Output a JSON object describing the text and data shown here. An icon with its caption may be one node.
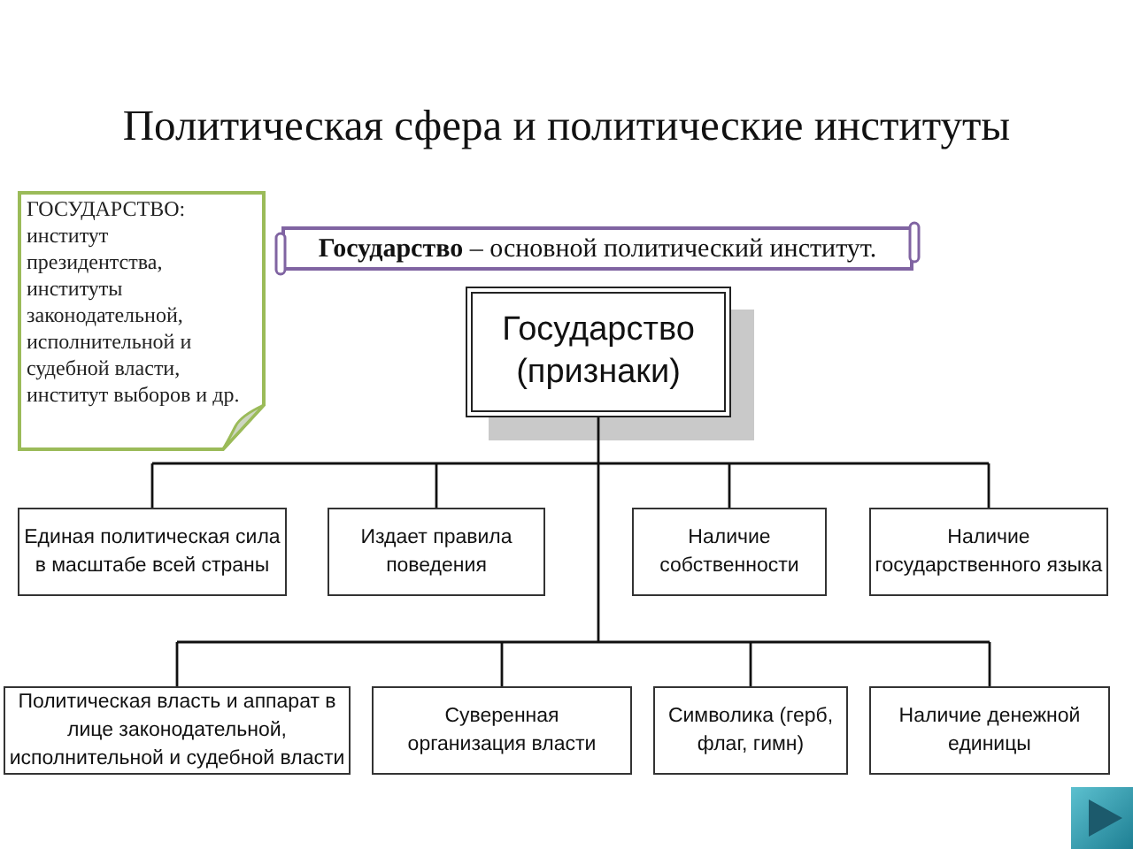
{
  "diagram": {
    "title": "Политическая сфера и политические институты",
    "nodes": [
      {
        "text": [
          "ГОСУДАРСТВО:",
          "институт президентства, институты законодательной, исполнительной и судебной власти, институт выборов и др."
        ]
      },
      {
        "text": [
          "**Государство** – основной политический институт."
        ]
      },
      {
        "text": [
          "Государство (признаки)"
        ]
      },
      {
        "text": [
          "Единая политическая сила в масштабе всей страны"
        ]
      },
      {
        "text": [
          "Издает правила поведения"
        ]
      },
      {
        "text": [
          "Наличие собственности"
        ]
      },
      {
        "text": [
          "Наличие государственного языка"
        ]
      },
      {
        "text": [
          "Политическая власть и аппарат в лице законодательной, исполнительной и судебной власти"
        ]
      },
      {
        "text": [
          "Суверенная организация власти"
        ]
      },
      {
        "text": [
          "Символика (герб, флаг, гимн)"
        ]
      },
      {
        "text": [
          "Наличие денежной единицы"
        ]
      }
    ],
    "edges": [
      {
        "from": 2,
        "to": 3,
        "arrow": "none"
      },
      {
        "from": 2,
        "to": 4,
        "arrow": "none"
      },
      {
        "from": 2,
        "to": 5,
        "arrow": "none"
      },
      {
        "from": 2,
        "to": 6,
        "arrow": "none"
      },
      {
        "from": 2,
        "to": 7,
        "arrow": "none"
      },
      {
        "from": 2,
        "to": 8,
        "arrow": "none"
      },
      {
        "from": 2,
        "to": 9,
        "arrow": "none"
      },
      {
        "from": 2,
        "to": 10,
        "arrow": "none"
      }
    ]
  }
}
